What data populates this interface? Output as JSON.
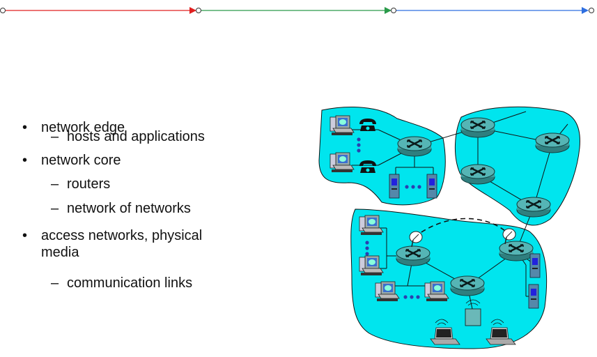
{
  "bullets": [
    {
      "level": 1,
      "text": "network edge"
    },
    {
      "level": 2,
      "text": "hosts and applications"
    },
    {
      "level": 1,
      "text": "network core"
    },
    {
      "level": 2,
      "text": "routers"
    },
    {
      "level": 2,
      "text": "network of networks"
    },
    {
      "level": 1,
      "text": "access networks, physical"
    },
    {
      "level": 1,
      "text": "media",
      "continuation": true
    },
    {
      "level": 2,
      "text": "communication links"
    }
  ],
  "timeline": {
    "segments": [
      {
        "color": "#e02020"
      },
      {
        "color": "#2a9a4a"
      },
      {
        "color": "#2f6fe0"
      }
    ]
  },
  "diagram": {
    "region_color": "#00e5ee",
    "router_color": "#3f9d9d"
  }
}
